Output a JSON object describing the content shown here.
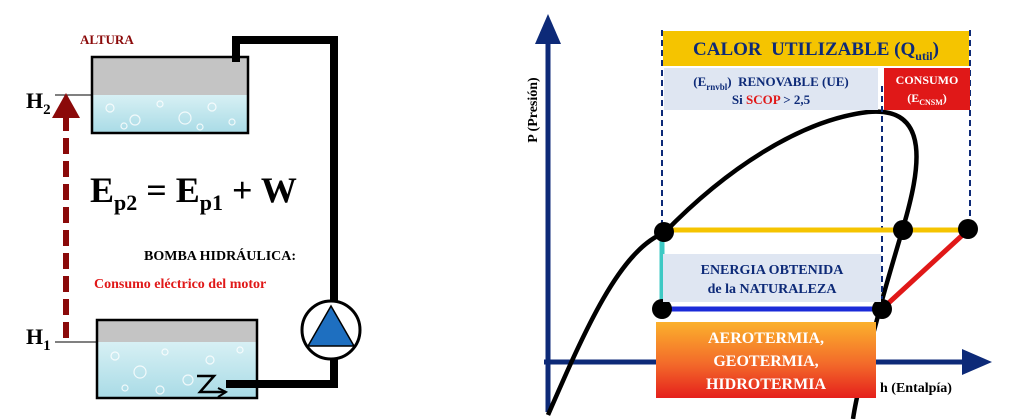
{
  "left": {
    "altura_label": "ALTURA",
    "h2": {
      "main": "H",
      "sub": "2"
    },
    "h1": {
      "main": "H",
      "sub": "1"
    },
    "equation": {
      "lhs_main": "E",
      "lhs_sub": "p2",
      "eq": " = ",
      "rhs_main": "E",
      "rhs_sub": "p1",
      "plus": " + W"
    },
    "pump_title": "BOMBA HIDRÁULICA:",
    "pump_desc": "Consumo eléctrico del motor"
  },
  "right": {
    "y_axis_label": "P (Presión)",
    "x_axis_label": "h (Entalpía)",
    "calor": {
      "main": "CALOR  UTILIZABLE (Q",
      "sub": "util",
      "close": ")"
    },
    "renovable": {
      "open": "(E",
      "sub": "rnvbl",
      "rest": ")  RENOVABLE (UE)"
    },
    "scop": {
      "pre": "Si ",
      "word": "SCOP",
      "post": " > 2,5"
    },
    "consumo": {
      "title": "CONSUMO",
      "open": "(E",
      "sub": "CNSM",
      "close": ")"
    },
    "energia": {
      "line1": "ENERGIA OBTENIDA",
      "line2": "de la NATURALEZA"
    },
    "aero": {
      "line1": "AEROTERMIA,",
      "line2": "GEOTERMIA,",
      "line3": "HIDROTERMIA"
    }
  },
  "colors": {
    "dark_red": "#8b0a0a",
    "red": "#e01818",
    "navy": "#0d2a78",
    "yellow": "#f5c400",
    "teal": "#3ec9c4",
    "blue_line": "#1a2ad8",
    "pump_blue": "#1e6fc0"
  }
}
